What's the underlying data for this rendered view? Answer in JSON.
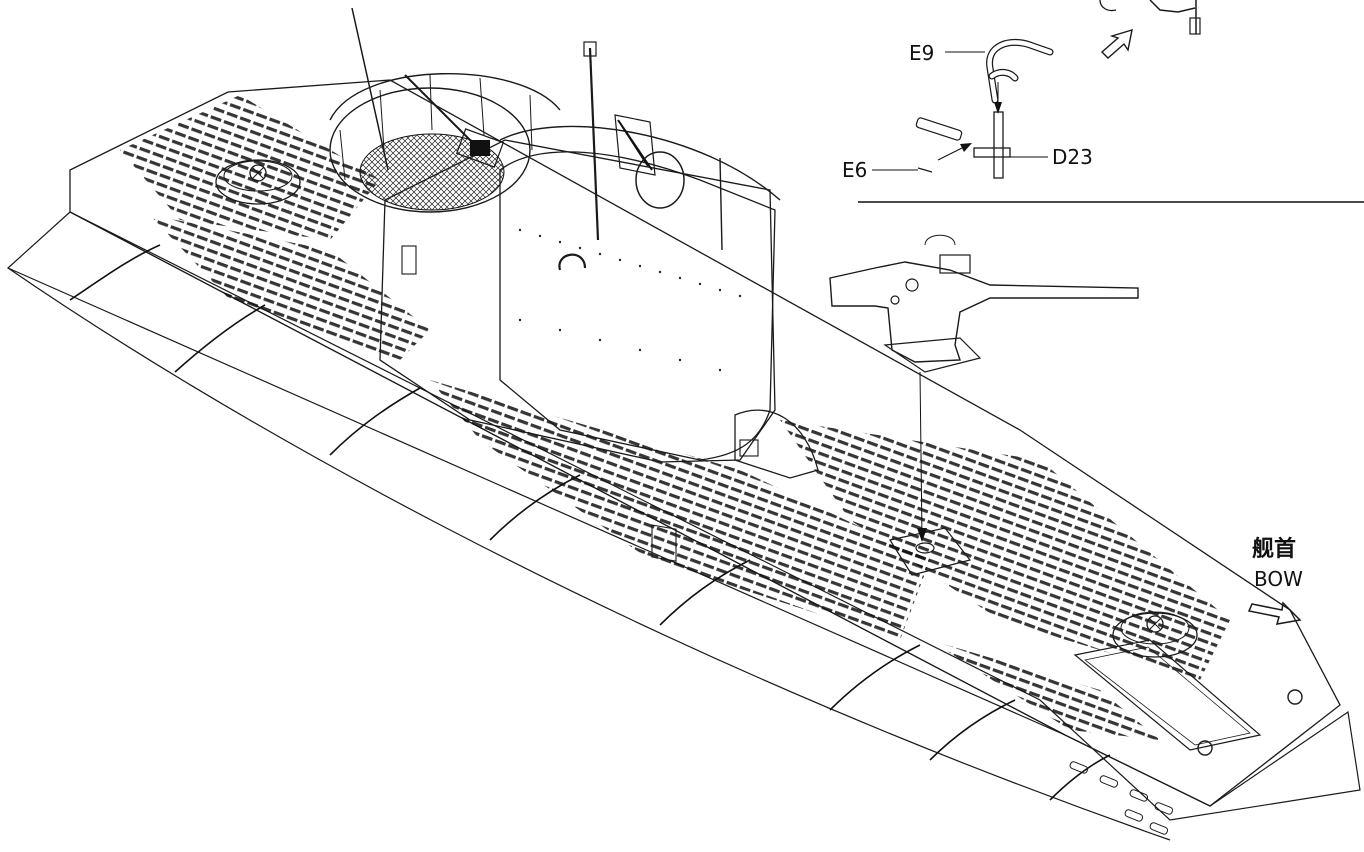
{
  "callouts": {
    "e9": "E9",
    "e6": "E6",
    "d23": "D23"
  },
  "bow": {
    "chinese": "舰首",
    "english": "BOW"
  },
  "colors": {
    "ink": "#1a1a1a",
    "hull_fill": "#ffffff",
    "tower_shade": "#f4f4f4"
  }
}
